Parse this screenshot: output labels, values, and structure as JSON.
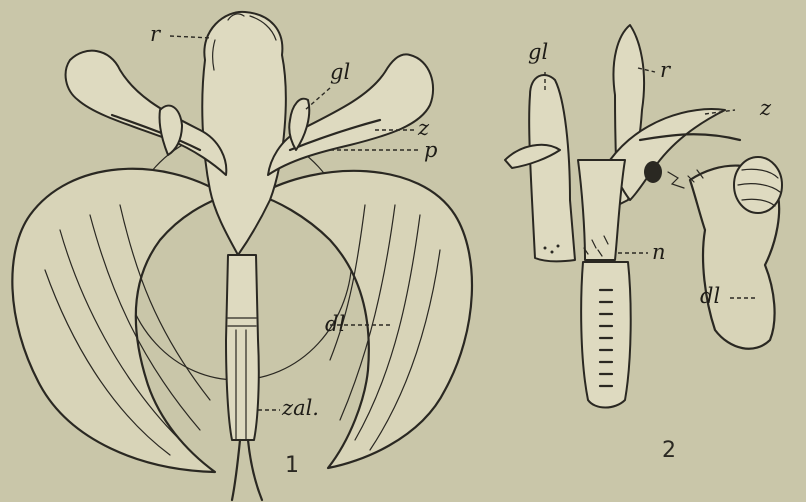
{
  "figure1": {
    "labels": {
      "r": "r",
      "gl": "gl",
      "z": "z",
      "p": "p",
      "dl": "dl",
      "zal": "zal."
    },
    "number": "1"
  },
  "figure2": {
    "labels": {
      "gl": "gl",
      "r": "r",
      "z": "z",
      "n": "n",
      "dl": "dl"
    },
    "number": "2"
  }
}
